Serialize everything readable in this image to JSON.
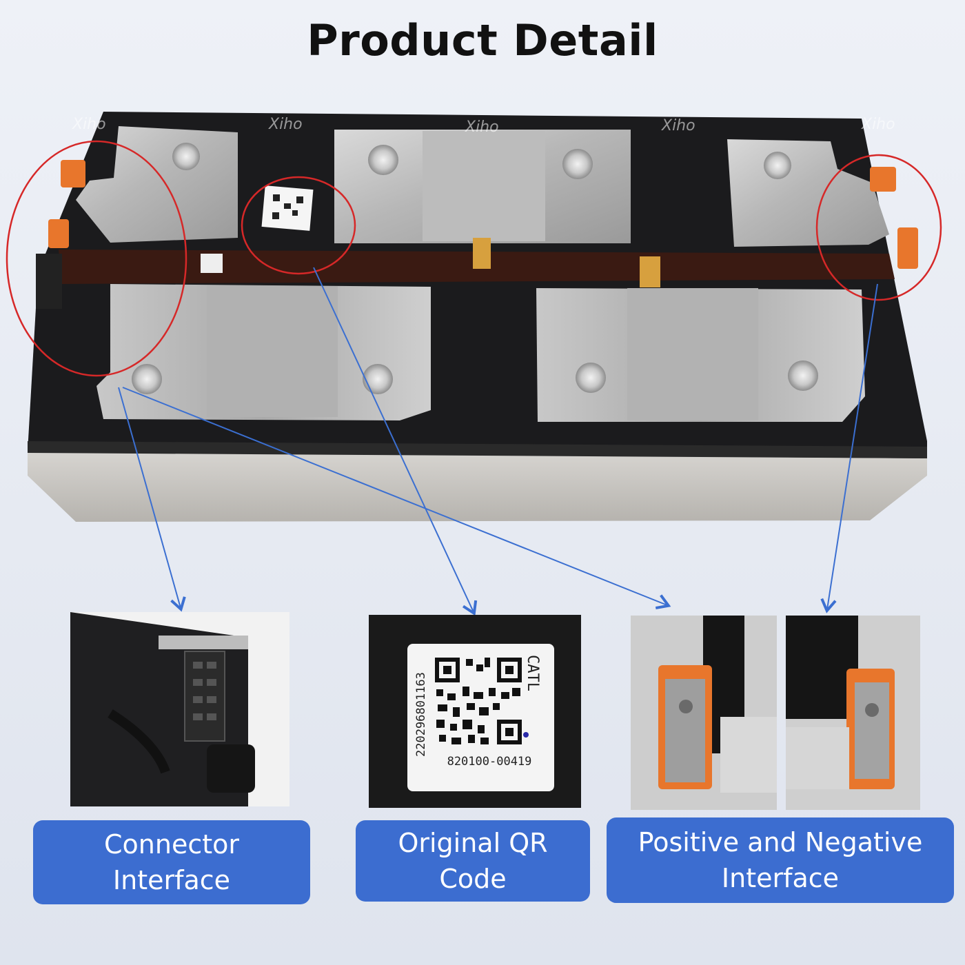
{
  "title": "Product Detail",
  "watermark": "Xiho",
  "labels": {
    "connector": [
      "Connector",
      "Interface"
    ],
    "qr": [
      "Original QR",
      "Code"
    ],
    "terminals": [
      "Positive and Negative",
      "Interface"
    ]
  },
  "qr_sticker": {
    "brand": "CATL",
    "serial": "220296801163",
    "part_number": "820100-00419"
  },
  "colors": {
    "label_bg": "#3c6dd0",
    "callout_circle": "#d62828",
    "arrow": "#3b6fd1",
    "terminal_orange": "#e8762c",
    "busbar": "#3a1a12"
  }
}
